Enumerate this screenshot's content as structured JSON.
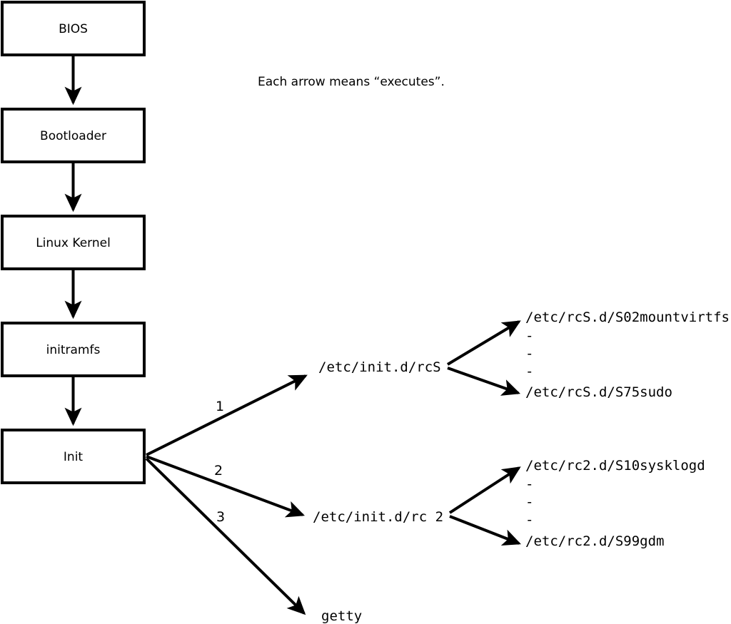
{
  "diagram": {
    "note": "Each arrow means “executes”.",
    "chain": {
      "boxes": [
        {
          "label": "BIOS"
        },
        {
          "label": "Bootloader"
        },
        {
          "label": "Linux Kernel"
        },
        {
          "label": "initramfs"
        },
        {
          "label": "Init"
        }
      ]
    },
    "init_branches": [
      {
        "number": "1",
        "target": "/etc/init.d/rcS"
      },
      {
        "number": "2",
        "target": "/etc/init.d/rc 2"
      },
      {
        "number": "3",
        "target": "getty"
      }
    ],
    "rcs_group": {
      "first": "/etc/rcS.d/S02mountvirtfs",
      "last": "/etc/rcS.d/S75sudo",
      "ellipsis": [
        "-",
        "-",
        "-"
      ]
    },
    "rc2_group": {
      "first": "/etc/rc2.d/S10sysklogd",
      "last": "/etc/rc2.d/S99gdm",
      "ellipsis": [
        "-",
        "-",
        "-"
      ]
    },
    "colors": {
      "stroke": "#000000",
      "fill": "#ffffff",
      "background": "#ffffff"
    }
  }
}
